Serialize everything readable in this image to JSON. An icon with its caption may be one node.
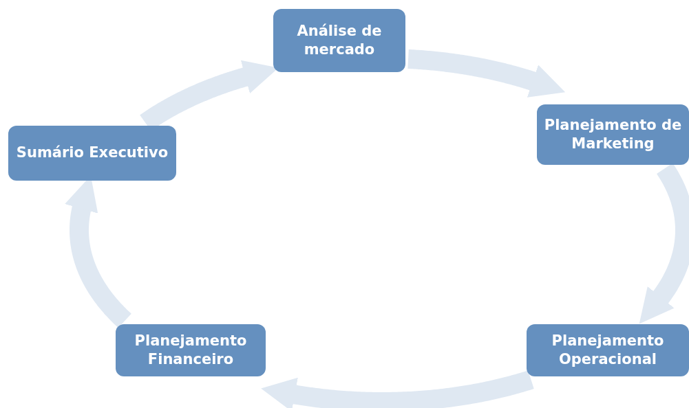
{
  "diagram": {
    "nodes": [
      {
        "text": [
          "Análise de mercado"
        ]
      },
      {
        "text": [
          "Sumário Executivo"
        ]
      },
      {
        "text": [
          "Planejamento de Marketing"
        ]
      },
      {
        "text": [
          "Planejamento Financeiro"
        ]
      },
      {
        "text": [
          "Planejamento Operacional"
        ]
      }
    ],
    "edges": [
      {
        "from": 1,
        "to": 0,
        "arrow": "to"
      },
      {
        "from": 0,
        "to": 2,
        "arrow": "to"
      },
      {
        "from": 2,
        "to": 4,
        "arrow": "to"
      },
      {
        "from": 4,
        "to": 3,
        "arrow": "to"
      },
      {
        "from": 3,
        "to": 1,
        "arrow": "to"
      }
    ]
  }
}
